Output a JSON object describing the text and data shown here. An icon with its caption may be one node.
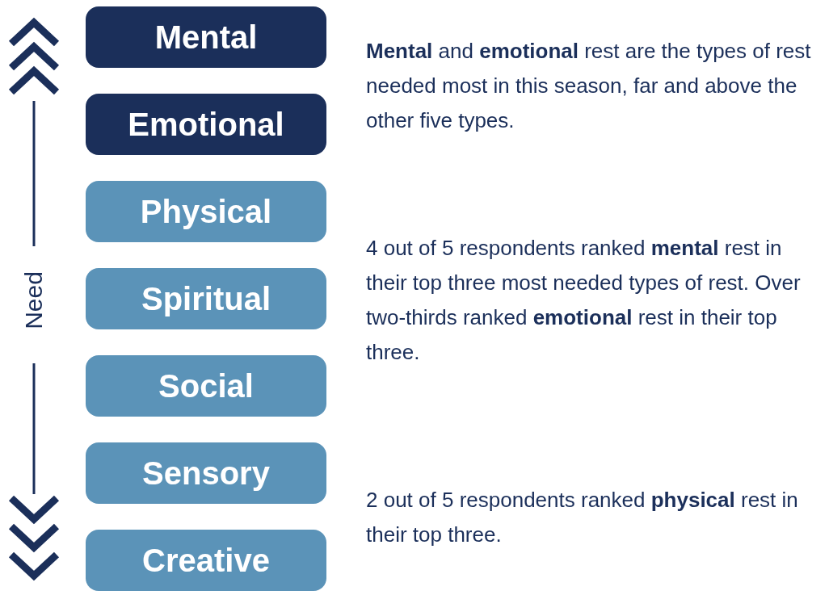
{
  "diagram": {
    "nodes": [
      {
        "text": [
          "Mental"
        ]
      },
      {
        "text": [
          "Emotional"
        ]
      },
      {
        "text": [
          "Physical"
        ]
      },
      {
        "text": [
          "Spiritual"
        ]
      },
      {
        "text": [
          "Social"
        ]
      },
      {
        "text": [
          "Sensory"
        ]
      },
      {
        "text": [
          "Creative"
        ]
      }
    ],
    "labels": [
      "Need",
      "**Mental** and **emotional** rest are the types of rest needed most in this season, far and above the other five types.",
      "4 out of 5 respondents ranked **mental** rest in their top three most needed types of rest. Over two-thirds ranked **emotional** rest in their top three.",
      "2 out of 5 respondents ranked **physical** rest in their top three."
    ]
  }
}
